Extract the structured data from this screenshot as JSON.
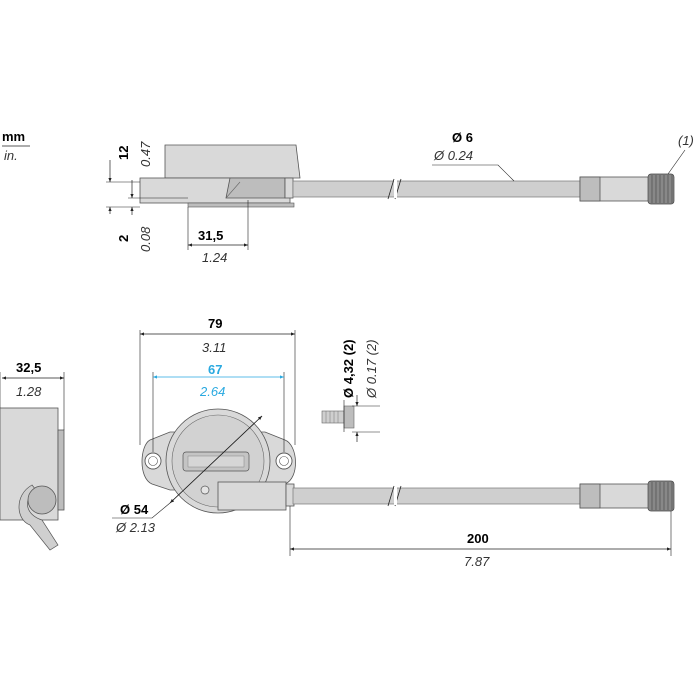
{
  "units": {
    "primary": "mm",
    "secondary": "in."
  },
  "note_label": "(1)",
  "dims": {
    "cable_dia_mm": "Ø 6",
    "cable_dia_in": "Ø 0.24",
    "height_mm": "12",
    "height_in": "0.47",
    "base_mm": "2",
    "base_in": "0.08",
    "body_depth_mm": "31,5",
    "body_depth_in": "1.24",
    "side_width_mm": "32,5",
    "side_width_in": "1.28",
    "flange_width_mm": "79",
    "flange_width_in": "3.11",
    "hole_spacing_mm": "67",
    "hole_spacing_in": "2.64",
    "screw_dia_mm": "Ø 4,32 (2)",
    "screw_dia_in": "Ø 0.17 (2)",
    "body_dia_mm": "Ø 54",
    "body_dia_in": "Ø 2.13",
    "cable_length_mm": "200",
    "cable_length_in": "7.87"
  },
  "colors": {
    "accent": "#29a9e0",
    "line": "#222222",
    "body": "#d9d9d9"
  }
}
